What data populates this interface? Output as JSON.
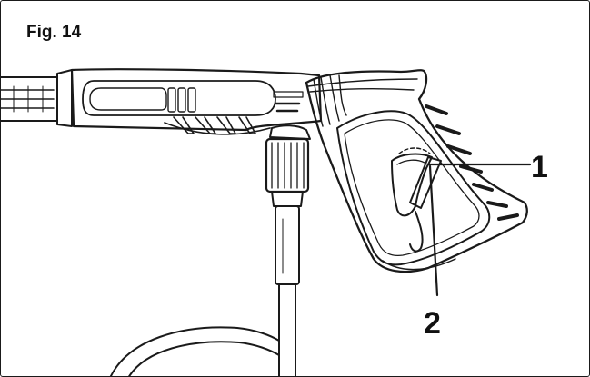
{
  "figure": {
    "title": "Fig. 14",
    "stroke_color": "#1a1a1a",
    "background": "#ffffff"
  },
  "callouts": [
    {
      "number": "1"
    },
    {
      "number": "2"
    }
  ]
}
